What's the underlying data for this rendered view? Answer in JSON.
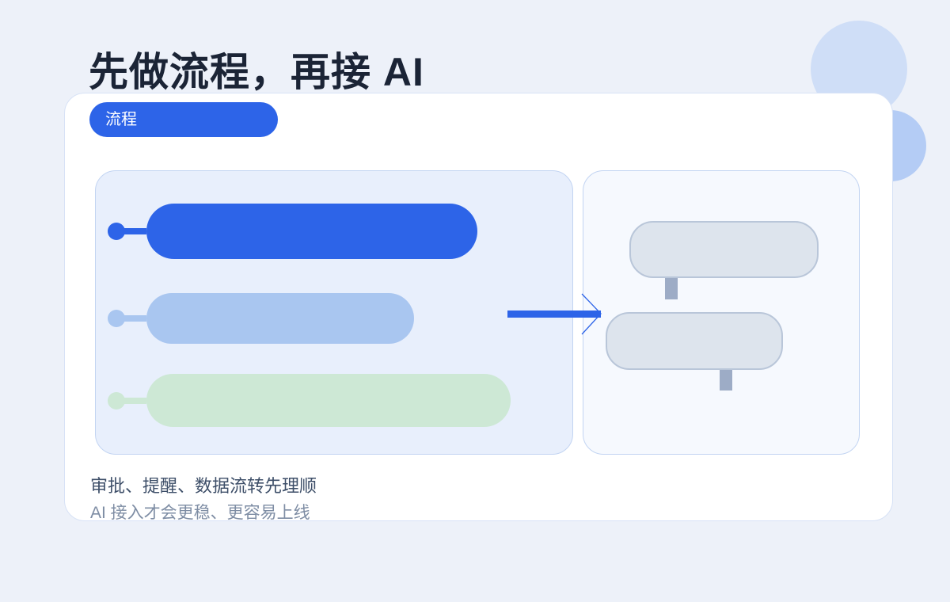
{
  "header": {
    "title": "先做流程，再接 AI"
  },
  "card": {
    "badge_label": "流程",
    "caption_line1": "审批、提醒、数据流转先理顺",
    "caption_line2": "AI 接入才会更稳、更容易上线"
  },
  "diagram": {
    "left_panel": {
      "rows": [
        {
          "name": "flow-step-1",
          "color": "#2d64e8"
        },
        {
          "name": "flow-step-2",
          "color": "#a9c6f0"
        },
        {
          "name": "flow-step-3",
          "color": "#cde8d5"
        }
      ]
    },
    "arrow": {
      "color": "#2d64e8",
      "direction": "right"
    },
    "right_panel": {
      "nodes": [
        {
          "name": "ai-node-top",
          "fill": "#dde4ed",
          "border": "#b9c6d9",
          "stem": "#9dacc6"
        },
        {
          "name": "ai-node-bottom",
          "fill": "#dde4ed",
          "border": "#b9c6d9",
          "stem": "#9dacc6"
        }
      ]
    }
  },
  "colors": {
    "page-bg": "#edf1f9",
    "accent": "#2d64e8",
    "title": "#1b2436",
    "caption-primary": "#3d4e68",
    "caption-secondary": "#7e8da4",
    "card-bg": "#ffffff",
    "card-border": "#d7e2f6",
    "panel-left-bg": "#e8effc",
    "panel-right-bg": "#f6f9fe",
    "panel-border": "#c2d4f2",
    "pill-blue": "#2d64e8",
    "pill-lightblue": "#a9c6f0",
    "pill-green": "#cde8d5",
    "node-fill": "#dde4ed",
    "node-border": "#b9c6d9",
    "node-stem": "#9dacc6",
    "deco-circle-large": "#cfdef7",
    "deco-circle-small": "#b4ccf5"
  }
}
